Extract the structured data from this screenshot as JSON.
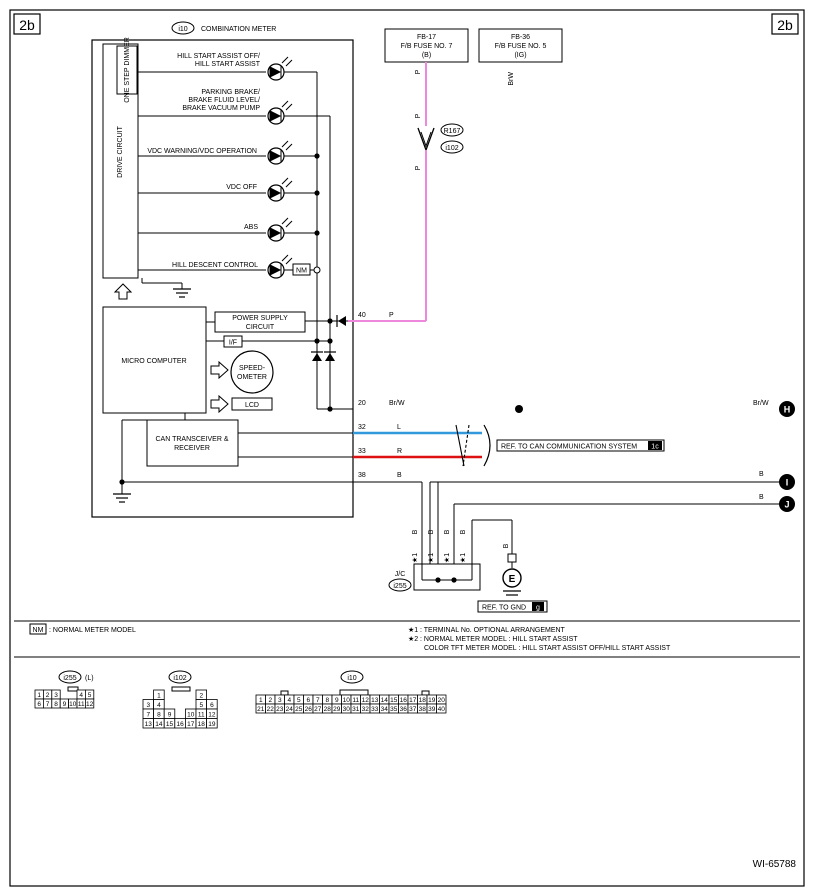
{
  "page_tag_left": "2b",
  "page_tag_right": "2b",
  "meter_connector": "i10",
  "meter_title": "COMBINATION METER",
  "one_step_dimmer": "ONE STEP DIMMER",
  "drive_circuit": "DRIVE CIRCUIT",
  "indicators": [
    "HILL START ASSIST OFF/",
    "HILL START ASSIST",
    "PARKING BRAKE/",
    "BRAKE FLUID LEVEL/",
    "BRAKE VACUUM PUMP",
    "VDC WARNING/VDC OPERATION",
    "VDC OFF",
    "ABS",
    "HILL DESCENT CONTROL"
  ],
  "nm_box": "NM",
  "power_supply": [
    "POWER SUPPLY",
    "CIRCUIT"
  ],
  "micro_computer": "MICRO COMPUTER",
  "if_label": "I/F",
  "speedometer": [
    "SPEED-",
    "OMETER"
  ],
  "lcd": "LCD",
  "can_transceiver": [
    "CAN TRANSCEIVER &",
    "RECEIVER"
  ],
  "fuse_left": [
    "FB-17",
    "F/B FUSE NO. 7",
    "(B)"
  ],
  "fuse_right": [
    "FB-36",
    "F/B FUSE NO. 5",
    "(IG)"
  ],
  "wire_colors": {
    "p": "P",
    "brw": "BrW",
    "brw_slash": "Br/W",
    "l": "L",
    "r": "R",
    "b": "B"
  },
  "connectors": {
    "r167": "R167",
    "i102": "i102",
    "i255": "i255",
    "jc": "J/C"
  },
  "pins": {
    "p40": "40",
    "p20": "20",
    "p32": "32",
    "p33": "33",
    "p38": "38"
  },
  "refs": {
    "can": "REF. TO CAN COMMUNICATION SYSTEM",
    "can_tag": "1c",
    "gnd": "REF. TO GND",
    "gnd_tag": "g"
  },
  "off_page": {
    "h": "H",
    "i": "I",
    "j": "J"
  },
  "ground_e": "E",
  "star1": "★1",
  "legend": {
    "nm_box": "NM",
    "nm_text": ": NORMAL METER MODEL",
    "star1": "★1",
    "star1_text": ": TERMINAL No. OPTIONAL ARRANGEMENT",
    "star2": "★2",
    "star2_line1": ": NORMAL METER MODEL   : HILL START ASSIST",
    "star2_line2": "COLOR TFT METER MODEL   : HILL START ASSIST OFF/HILL START ASSIST"
  },
  "pinouts": {
    "i255_label": "i255",
    "i255_suffix": "(L)",
    "i255_row1": [
      "1",
      "2",
      "3",
      "",
      "4",
      "5"
    ],
    "i255_row2": [
      "6",
      "7",
      "8",
      "9",
      "10",
      "11",
      "12"
    ],
    "i102_label": "i102",
    "i102_rows": [
      [
        "1",
        "",
        "2"
      ],
      [
        "3",
        "4",
        "",
        "5",
        "6"
      ],
      [
        "7",
        "8",
        "9",
        "",
        "10",
        "11",
        "12"
      ],
      [
        "13",
        "14",
        "15",
        "16",
        "17",
        "18",
        "19"
      ]
    ],
    "i10_label": "i10",
    "i10_row1": [
      "1",
      "2",
      "3",
      "4",
      "5",
      "6",
      "7",
      "8",
      "9",
      "10",
      "11",
      "12",
      "13",
      "14",
      "15",
      "16",
      "17",
      "18",
      "19",
      "20"
    ],
    "i10_row2": [
      "21",
      "22",
      "23",
      "24",
      "25",
      "26",
      "27",
      "28",
      "29",
      "30",
      "31",
      "32",
      "33",
      "34",
      "35",
      "36",
      "37",
      "38",
      "39",
      "40"
    ]
  },
  "figure_id": "WI-65788",
  "colors": {
    "pink_wire": "#ee88dd",
    "blue_wire": "#3399dd",
    "red_wire": "#dd1111",
    "black": "#000000"
  }
}
